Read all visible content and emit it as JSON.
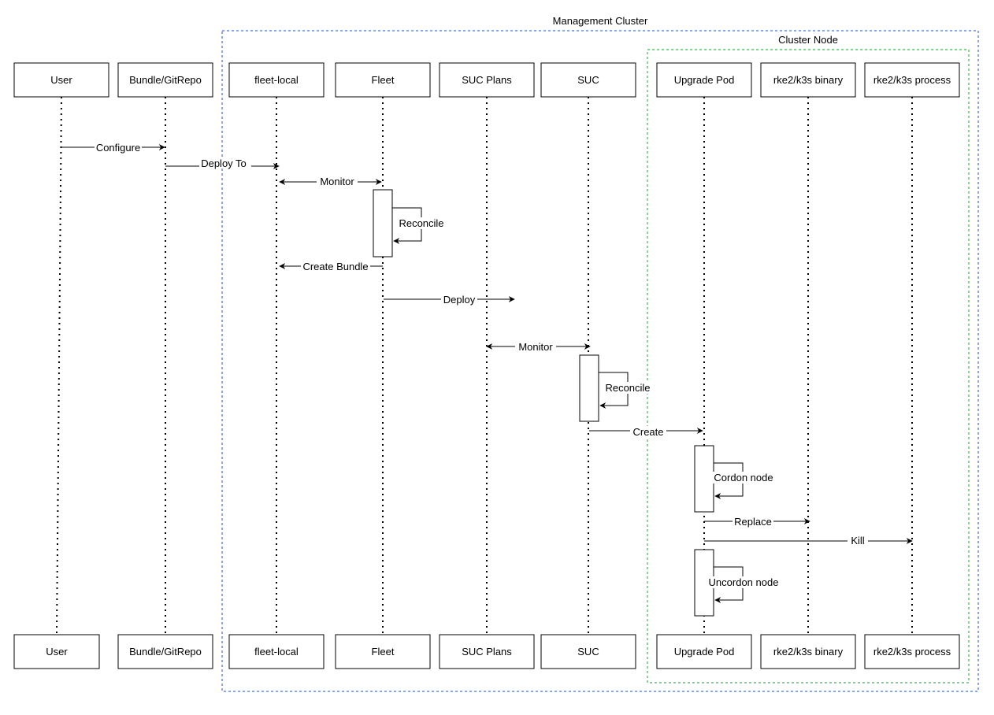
{
  "groups": [
    {
      "id": "management-cluster",
      "label": "Management Cluster",
      "color": "#4a6fd8"
    },
    {
      "id": "cluster-node",
      "label": "Cluster Node",
      "color": "#3fb34f"
    }
  ],
  "participants": [
    {
      "id": "user",
      "label": "User"
    },
    {
      "id": "bundle",
      "label": "Bundle/GitRepo"
    },
    {
      "id": "fleet-local",
      "label": "fleet-local"
    },
    {
      "id": "fleet",
      "label": "Fleet"
    },
    {
      "id": "suc-plans",
      "label": "SUC Plans"
    },
    {
      "id": "suc",
      "label": "SUC"
    },
    {
      "id": "upgrade-pod",
      "label": "Upgrade Pod"
    },
    {
      "id": "binary",
      "label": "rke2/k3s binary"
    },
    {
      "id": "process",
      "label": "rke2/k3s process"
    }
  ],
  "messages": [
    {
      "from": "user",
      "to": "bundle",
      "label": "Configure",
      "bidirectional": false
    },
    {
      "from": "bundle",
      "to": "fleet-local",
      "label": "Deploy To",
      "bidirectional": false
    },
    {
      "from": "fleet-local",
      "to": "fleet",
      "label": "Monitor",
      "bidirectional": true
    },
    {
      "from": "fleet",
      "to": "fleet",
      "label": "Reconcile",
      "self": true
    },
    {
      "from": "fleet",
      "to": "fleet-local",
      "label": "Create Bundle",
      "bidirectional": false
    },
    {
      "from": "fleet",
      "to": "suc-plans",
      "label": "Deploy",
      "bidirectional": false
    },
    {
      "from": "suc-plans",
      "to": "suc",
      "label": "Monitor",
      "bidirectional": true
    },
    {
      "from": "suc",
      "to": "suc",
      "label": "Reconcile",
      "self": true
    },
    {
      "from": "suc",
      "to": "upgrade-pod",
      "label": "Create",
      "bidirectional": false
    },
    {
      "from": "upgrade-pod",
      "to": "upgrade-pod",
      "label": "Cordon node",
      "self": true
    },
    {
      "from": "upgrade-pod",
      "to": "binary",
      "label": "Replace",
      "bidirectional": false
    },
    {
      "from": "upgrade-pod",
      "to": "process",
      "label": "Kill",
      "bidirectional": false
    },
    {
      "from": "upgrade-pod",
      "to": "upgrade-pod",
      "label": "Uncordon node",
      "self": true
    }
  ]
}
